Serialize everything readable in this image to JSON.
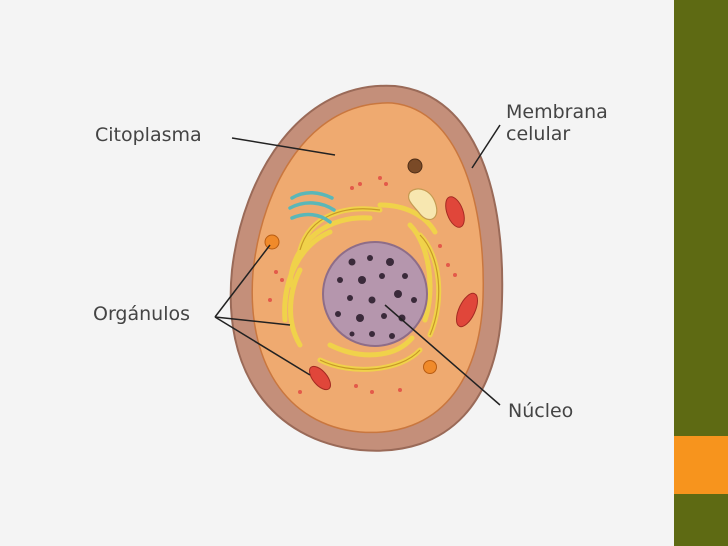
{
  "labels": {
    "citoplasma": "Citoplasma",
    "membrana": [
      "Membrana",
      "celular"
    ],
    "organulos": "Orgánulos",
    "nucleo": "Núcleo"
  },
  "colors": {
    "slide_background": "#f4f4f4",
    "accent_bar": "#5e6a13",
    "accent_block": "#f7941d",
    "membrane": "#c48f7a",
    "cytoplasm": "#efaa70",
    "nucleus": "#b596ad",
    "golgi": "#f0d24a",
    "mitochondria": "#e0463a",
    "label_text": "#444444"
  }
}
